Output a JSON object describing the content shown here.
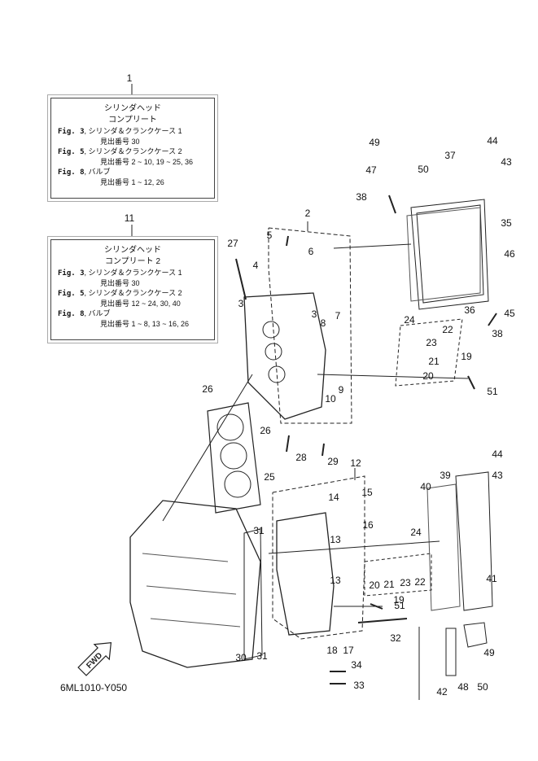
{
  "diagram_code": "6ML1010-Y050",
  "fwd_label": "FWD",
  "box1": {
    "ref": "1",
    "title1": "シリンダヘッド",
    "title2": "コンプリート",
    "lines": [
      {
        "fig": "Fig. 3",
        "name": "シリンダ＆クランクケース 1",
        "sub": "見出番号 30"
      },
      {
        "fig": "Fig. 5",
        "name": "シリンダ＆クランクケース 2",
        "sub": "見出番号 2 ~ 10, 19 ~ 25, 36"
      },
      {
        "fig": "Fig. 8",
        "name": "バルブ",
        "sub": "見出番号 1 ~ 12, 26"
      }
    ]
  },
  "box2": {
    "ref": "11",
    "title1": "シリンダヘッド",
    "title2": "コンプリート 2",
    "lines": [
      {
        "fig": "Fig. 3",
        "name": "シリンダ＆クランクケース 1",
        "sub": "見出番号 30"
      },
      {
        "fig": "Fig. 5",
        "name": "シリンダ＆クランクケース 2",
        "sub": "見出番号 12 ~ 24, 30, 40"
      },
      {
        "fig": "Fig. 8",
        "name": "バルブ",
        "sub": "見出番号 1 ~ 8, 13 ~ 16, 26"
      }
    ]
  },
  "callouts": [
    "1",
    "2",
    "3",
    "3",
    "4",
    "5",
    "6",
    "7",
    "8",
    "9",
    "10",
    "11",
    "12",
    "13",
    "13",
    "14",
    "15",
    "16",
    "17",
    "18",
    "19",
    "19",
    "20",
    "20",
    "21",
    "21",
    "22",
    "22",
    "23",
    "23",
    "24",
    "24",
    "25",
    "26",
    "26",
    "27",
    "28",
    "29",
    "30",
    "31",
    "31",
    "32",
    "33",
    "34",
    "35",
    "36",
    "37",
    "38",
    "38",
    "39",
    "40",
    "41",
    "42",
    "43",
    "43",
    "44",
    "44",
    "45",
    "46",
    "47",
    "48",
    "49",
    "49",
    "50",
    "50",
    "51",
    "51"
  ]
}
